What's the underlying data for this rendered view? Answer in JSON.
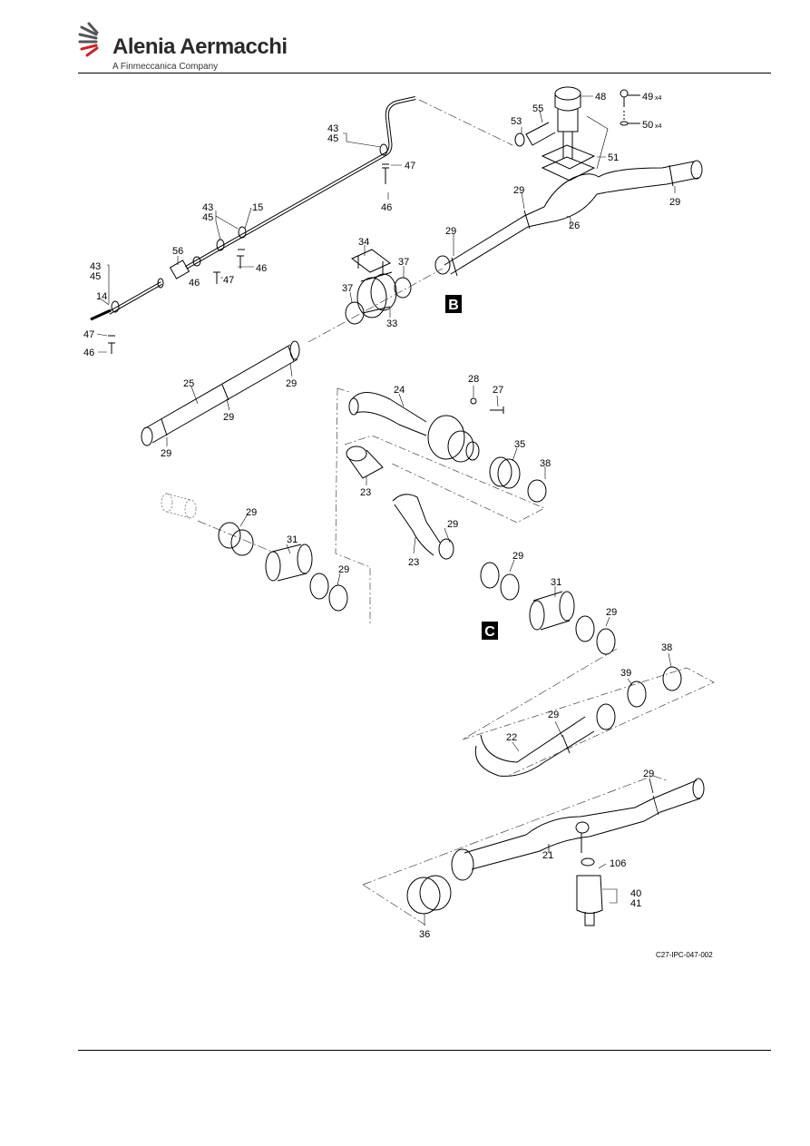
{
  "header": {
    "company_name": "Alenia Aermacchi",
    "company_sub": "A Finmeccanica Company"
  },
  "figure": {
    "reference": "C27-IPC-047-002",
    "section_marks": [
      "B",
      "C"
    ],
    "callouts": {
      "c43a": "43",
      "c45a": "45",
      "c47a": "47",
      "c46a": "46",
      "c43b": "43",
      "c45b": "45",
      "c15": "15",
      "c56": "56",
      "c46b": "46",
      "c47b": "47",
      "c46c": "46",
      "c43c": "43",
      "c45c": "45",
      "c14": "14",
      "c47c": "47",
      "c46d": "46",
      "c48": "48",
      "c49": "49",
      "c49q": "x4",
      "c50": "50",
      "c50q": "x4",
      "c53": "53",
      "c55": "55",
      "c51": "51",
      "c29a": "29",
      "c29b": "29",
      "c29c": "29",
      "c26": "26",
      "c34": "34",
      "c37a": "37",
      "c37b": "37",
      "c33": "33",
      "c25": "25",
      "c29d": "29",
      "c29e": "29",
      "c29f": "29",
      "c24": "24",
      "c28": "28",
      "c27": "27",
      "c35": "35",
      "c38a": "38",
      "c23a": "23",
      "c23b": "23",
      "c29g": "29",
      "c29h": "29",
      "c29i": "29",
      "c31a": "31",
      "c29j": "29",
      "c31b": "31",
      "c29k": "29",
      "c38b": "38",
      "c39": "39",
      "c29l": "29",
      "c22": "22",
      "c29m": "29",
      "c21": "21",
      "c106": "106",
      "c40": "40",
      "c41": "41",
      "c36": "36"
    }
  },
  "colors": {
    "line": "#000000",
    "dash": "#444444",
    "box": "#000000"
  }
}
